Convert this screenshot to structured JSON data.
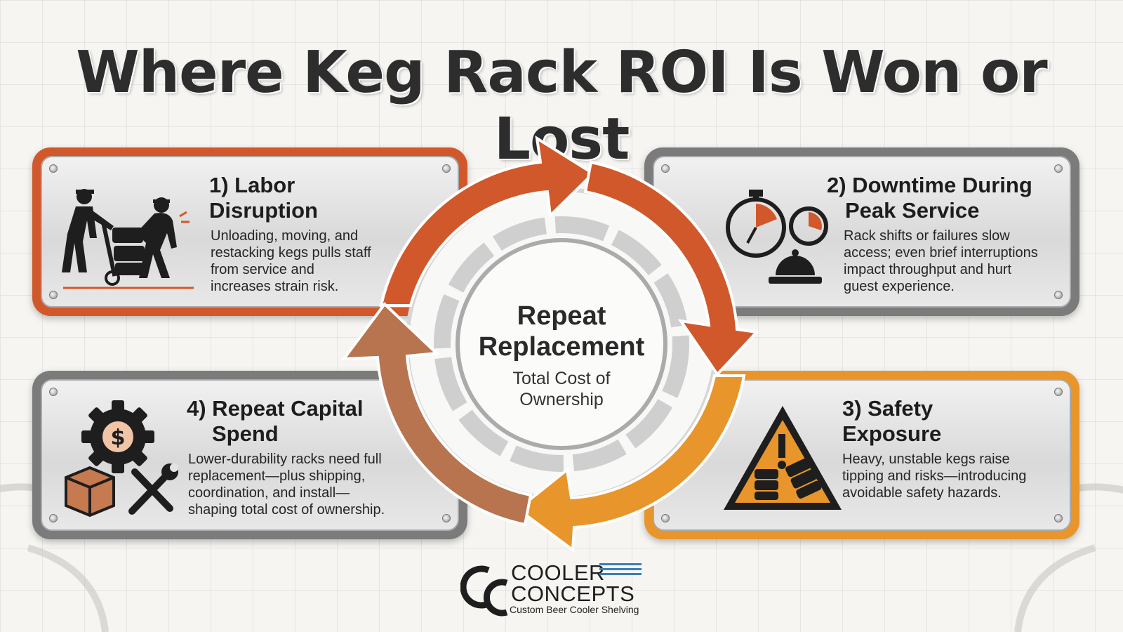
{
  "title": "Where Keg Rack ROI Is Won or Lost",
  "center": {
    "title_line1": "Repeat",
    "title_line2": "Replacement",
    "sub_line1": "Total Cost of",
    "sub_line2": "Ownership"
  },
  "panels": [
    {
      "title_line1": "1) Labor",
      "title_line2": "Disruption",
      "desc": [
        "Unloading, moving, and",
        "restacking kegs pulls staff",
        "from service and",
        "increases strain risk."
      ],
      "icon": "workers-dolly-icon",
      "color": "#d0582a"
    },
    {
      "title_line1": "2) Downtime During",
      "title_line2": "Peak Service",
      "desc": [
        "Rack shifts or failures slow",
        "access; even brief interruptions",
        "impact throughput and hurt",
        "guest experience."
      ],
      "icon": "stopwatch-bell-icon",
      "color": "#7b7b7b"
    },
    {
      "title_line1": "3) Safety",
      "title_line2": "Exposure",
      "desc": [
        "Heavy, unstable kegs raise",
        "tipping and risks—introducing",
        "avoidable safety hazards."
      ],
      "icon": "warning-kegs-icon",
      "color": "#e8952b"
    },
    {
      "title_line1": "4) Repeat Capital",
      "title_line2": "Spend",
      "desc": [
        "Lower-durability racks need full",
        "replacement—plus shipping,",
        "coordination, and install—",
        "shaping total cost of ownership."
      ],
      "icon": "gear-dollar-tools-icon",
      "color": "#7b7b7b"
    }
  ],
  "logo": {
    "word1": "COOLER",
    "word2": "CONCEPTS",
    "tagline": "Custom Beer Cooler Shelving",
    "accent": "#3c7fb3"
  },
  "colors": {
    "arrow_top": "#d0582a",
    "arrow_right": "#d0582a",
    "arrow_bottom": "#e8952b",
    "arrow_left": "#b8744f"
  }
}
